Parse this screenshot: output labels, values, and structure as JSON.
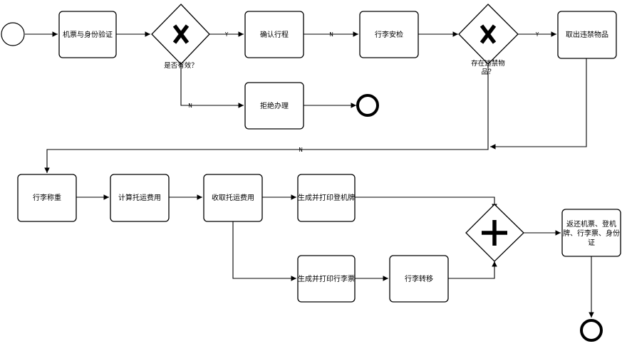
{
  "tasks": {
    "verify": "机票与身份验证",
    "confirm": "确认行程",
    "security": "行李安检",
    "remove": "取出违禁物品",
    "reject": "拒绝办理",
    "weigh": "行李称重",
    "calc": "计算托运费用",
    "collect": "收取托运费用",
    "boarding": "生成并打印登机牌",
    "baggage_tag": "生成并打印行李票",
    "transfer": "行李转移",
    "return_line1": "返还机票、登机",
    "return_line2": "牌、行李票、身份",
    "return_line3": "证"
  },
  "gateways": {
    "valid_label": "是否有效？",
    "contraband_label_line1": "存在违禁物",
    "contraband_label_line2": "品？"
  },
  "edge_labels": {
    "valid_yes": "Y",
    "valid_no": "N",
    "confirm_to_security": "N",
    "contraband_yes": "Y",
    "contraband_no": "N"
  }
}
